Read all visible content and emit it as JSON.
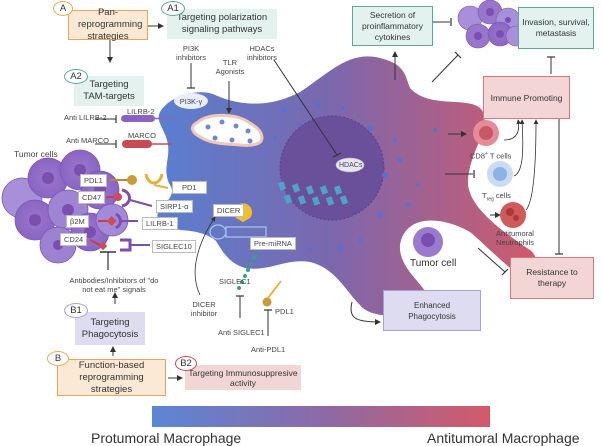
{
  "strategy_A": {
    "badge": "A",
    "label": "Pan-reprogramming strategies"
  },
  "strategy_A1": {
    "badge": "A1",
    "label": "Targeting polarization signaling pathways"
  },
  "strategy_A2": {
    "badge": "A2",
    "label": "Targeting TAM-targets"
  },
  "strategy_B": {
    "badge": "B",
    "label": "Function-based reprogramming strategies"
  },
  "strategy_B1": {
    "badge": "B1",
    "label": "Targeting Phagocytosis"
  },
  "strategy_B2": {
    "badge": "B2",
    "label": "Targeting Immunosuppresive activity"
  },
  "inhibitors": {
    "pi3k": "PI3K inhibitors",
    "tlr": "TLR Agonists",
    "hdacs": "HDACs inhibitors",
    "anti_lilrb2": "Anti LILRB-2",
    "anti_marco": "Anti MARCO",
    "dicer_inhibitor": "DICER inhibitor",
    "anti_siglec1": "Anti SIGLEC1",
    "anti_pdl1": "Anti-PDL1",
    "antibodies": "Antibodies/Inhibitors of \"do not eat me\" signals"
  },
  "macrophage": {
    "pi3k_gamma": "PI3K-γ",
    "lilrb2": "LILRB-2",
    "marco": "MARCO",
    "hdacs": "HDACs",
    "dicer": "DICER",
    "pre_mirna": "Pre-miRNA",
    "siglec1": "SIGLEC1",
    "pdl1": "PDL1",
    "tlr_label": "TLR"
  },
  "tumor_cells": {
    "title": "Tumor cells",
    "ligands": [
      "PDL1",
      "CD47",
      "β2M",
      "CD24"
    ],
    "receptors": [
      "PD1",
      "SIRP1-α",
      "LILRB-1",
      "SIGLEC10"
    ]
  },
  "outcomes": {
    "secretion": "Secretion of proinflammatory cytokines",
    "invasion": "Invasion, survival, metastasis",
    "immune_promoting": "Immune Promoting",
    "resistance": "Resistance to therapy",
    "enhanced_phago": "Enhanced Phagocytosis",
    "cd8_main": "CD8",
    "cd8_sup": "+",
    "cd8_rest": " T cells",
    "treg_main": "T",
    "treg_sub": "reg",
    "treg_rest": " cells",
    "neutrophils": "Antitumoral Neutrophils",
    "tumor_cell": "Tumor cell"
  },
  "gradient": {
    "left_label": "Protumoral Macrophage",
    "right_label": "Antitumoral Macrophage",
    "left_color": "#5b86d6",
    "mid_color": "#8c6aa6",
    "right_color": "#d45a6a"
  }
}
